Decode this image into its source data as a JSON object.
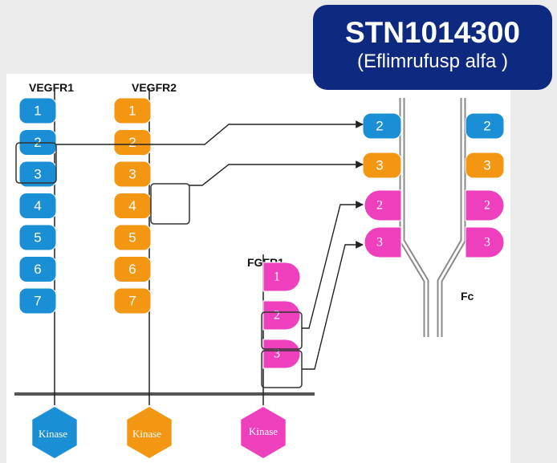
{
  "title": {
    "main": "STN1014300",
    "sub": "(Eflimrufusp alfa )"
  },
  "receptors": [
    {
      "name": "VEGFR1",
      "color": "#1a8fd6",
      "domains": [
        "1",
        "2",
        "3",
        "4",
        "5",
        "6",
        "7"
      ],
      "kinase": "Kinase"
    },
    {
      "name": "VEGFR2",
      "color": "#f39612",
      "domains": [
        "1",
        "2",
        "3",
        "4",
        "5",
        "6",
        "7"
      ],
      "kinase": "Kinase"
    },
    {
      "name": "FGFR1",
      "color": "#ee3fbd",
      "domains": [
        "1",
        "2",
        "3"
      ],
      "kinase": "Kinase"
    }
  ],
  "fusion": {
    "left_domains": [
      {
        "label": "2",
        "source": "VEGFR1"
      },
      {
        "label": "3",
        "source": "VEGFR2"
      },
      {
        "label": "2",
        "source": "FGFR1"
      },
      {
        "label": "3",
        "source": "FGFR1"
      }
    ],
    "right_domains": [
      {
        "label": "2",
        "source": "VEGFR1"
      },
      {
        "label": "3",
        "source": "VEGFR2"
      },
      {
        "label": "2",
        "source": "FGFR1"
      },
      {
        "label": "3",
        "source": "FGFR1"
      }
    ],
    "fc_label": "Fc"
  },
  "colors": {
    "title_bg": "#0d2a80",
    "vegfr1": "#1a8fd6",
    "vegfr2": "#f39612",
    "fgfr1": "#ee3fbd",
    "fc_outline": "#8a8a8a"
  }
}
